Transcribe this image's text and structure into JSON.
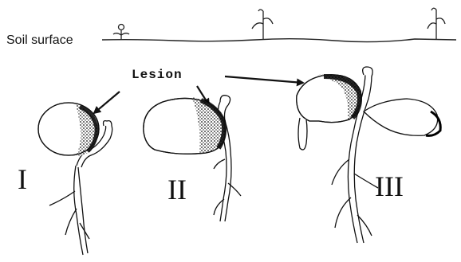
{
  "labels": {
    "soil_surface": "Soil surface",
    "lesion": "Lesion",
    "stages": [
      "I",
      "II",
      "III"
    ]
  },
  "colors": {
    "ink": "#111111",
    "lesion": "#1a1a1a",
    "background": "#ffffff"
  }
}
